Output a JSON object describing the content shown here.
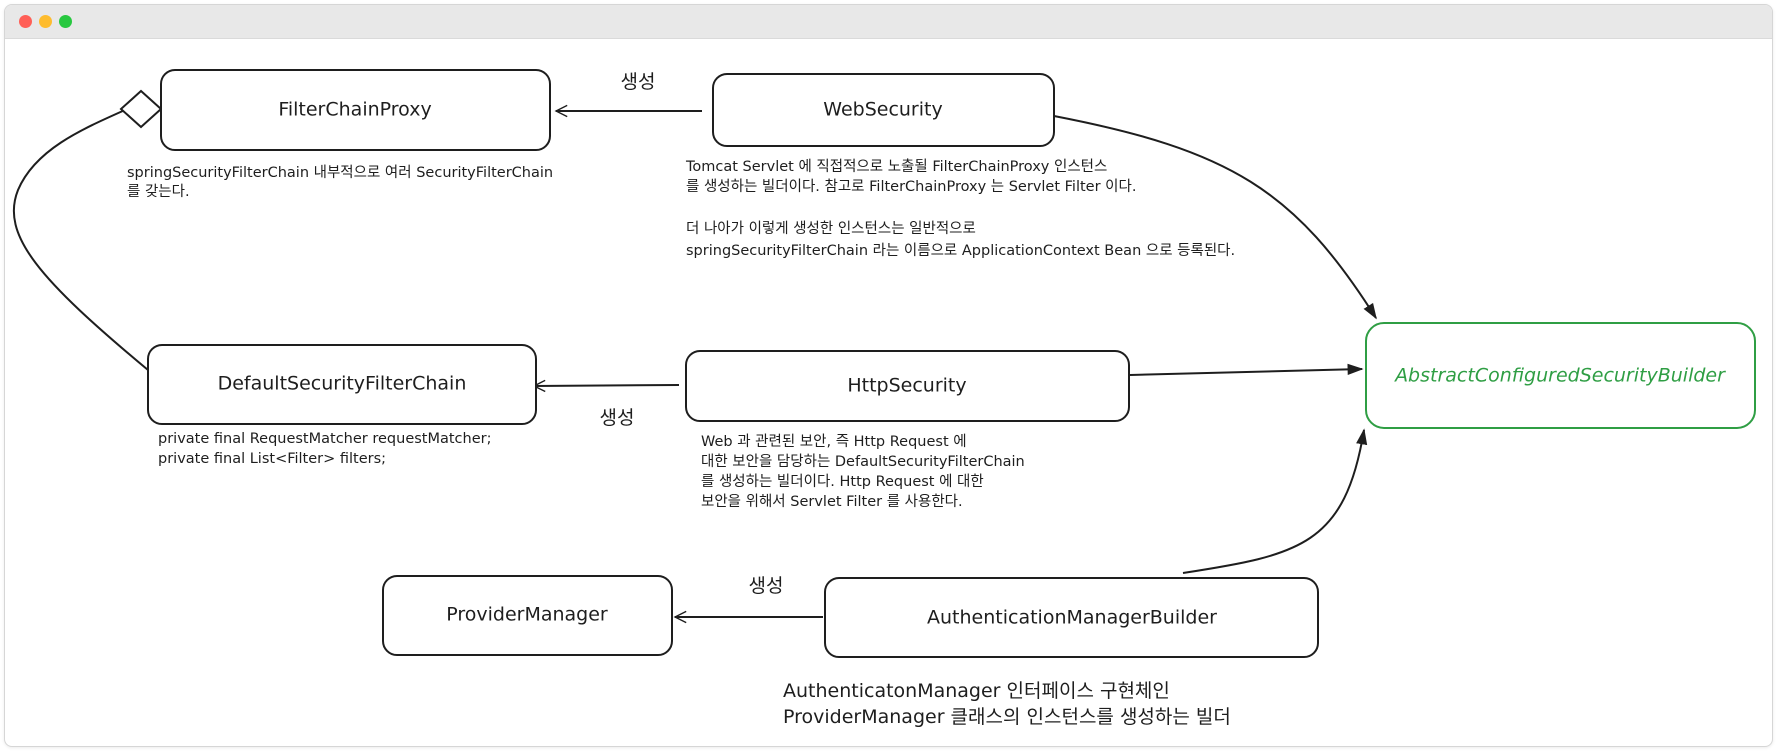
{
  "nodes": {
    "filter_chain_proxy": "FilterChainProxy",
    "web_security": "WebSecurity",
    "default_security_filter_chain": "DefaultSecurityFilterChain",
    "http_security": "HttpSecurity",
    "abstract_configured_security_builder": "AbstractConfiguredSecurityBuilder",
    "provider_manager": "ProviderManager",
    "authentication_manager_builder": "AuthenticationManagerBuilder"
  },
  "edges": {
    "web_to_fcp": "생성",
    "http_to_dsfc": "생성",
    "amb_to_pm": "생성"
  },
  "notes": {
    "filter_chain_proxy": [
      "springSecurityFilterChain 내부적으로 여러 SecurityFilterChain",
      "를 갖는다."
    ],
    "web_security": [
      "Tomcat Servlet 에 직접적으로 노출될 FilterChainProxy 인스턴스",
      "를 생성하는 빌더이다. 참고로 FilterChainProxy 는 Servlet Filter 이다.",
      "",
      "더 나아가 이렇게 생성한 인스턴스는 일반적으로",
      "springSecurityFilterChain 라는 이름으로 ApplicationContext Bean 으로 등록된다."
    ],
    "default_security_filter_chain": [
      "private final RequestMatcher requestMatcher;",
      "private final List<Filter> filters;"
    ],
    "http_security": [
      "Web 과 관련된 보안, 즉 Http Request 에",
      "대한 보안을 담당하는 DefaultSecurityFilterChain",
      "를 생성하는 빌더이다. Http Request 에 대한",
      "보안을 위해서 Servlet Filter 를 사용한다."
    ],
    "authentication_manager_builder": [
      "AuthenticatonManager 인터페이스 구현체인",
      "ProviderManager 클래스의 인스턴스를 생성하는 빌더"
    ]
  },
  "colors": {
    "stroke": "#1e1e1e",
    "highlight": "#2f9e44"
  }
}
